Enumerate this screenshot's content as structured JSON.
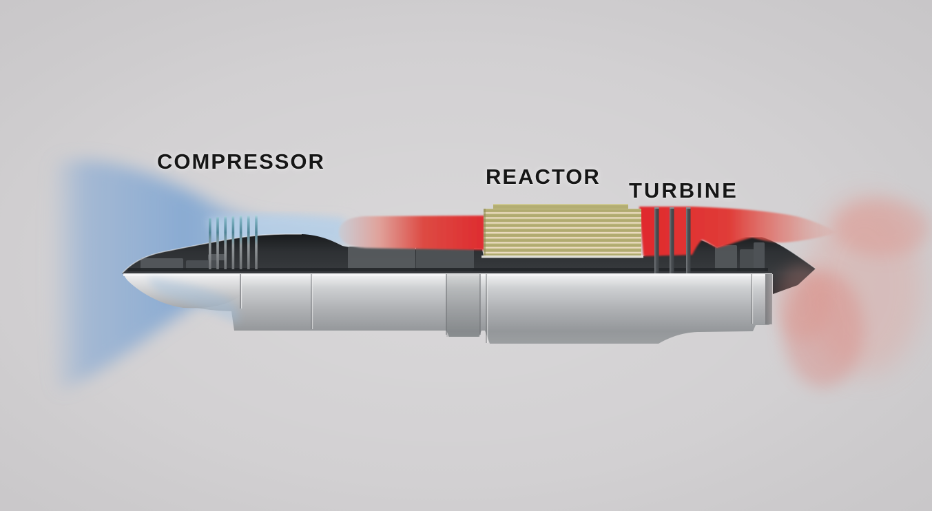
{
  "diagram": {
    "subject": "Nuclear jet engine cutaway illustration",
    "labels": {
      "compressor": "COMPRESSOR",
      "reactor": "REACTOR",
      "turbine": "TURBINE"
    },
    "components": [
      "air-intake-flow",
      "compressor-blades",
      "engine-cowling-cutaway",
      "hot-gas-duct",
      "reactor-core",
      "turbine-blades",
      "exhaust-nozzle",
      "exhaust-plume",
      "engine-lower-body"
    ],
    "colors": {
      "background": "#d0ced0",
      "label_text": "#161616",
      "intake_air_blue": "#7fa9d6",
      "hot_gas_red": "#df2c30",
      "reactor_khaki": "#b1ab70",
      "reactor_stripe_light": "#ecdcc3",
      "cowling_dark": "#2c2f32",
      "body_gray": "#b4b5b7",
      "compressor_blade_teal": "#6b9fb0"
    }
  }
}
